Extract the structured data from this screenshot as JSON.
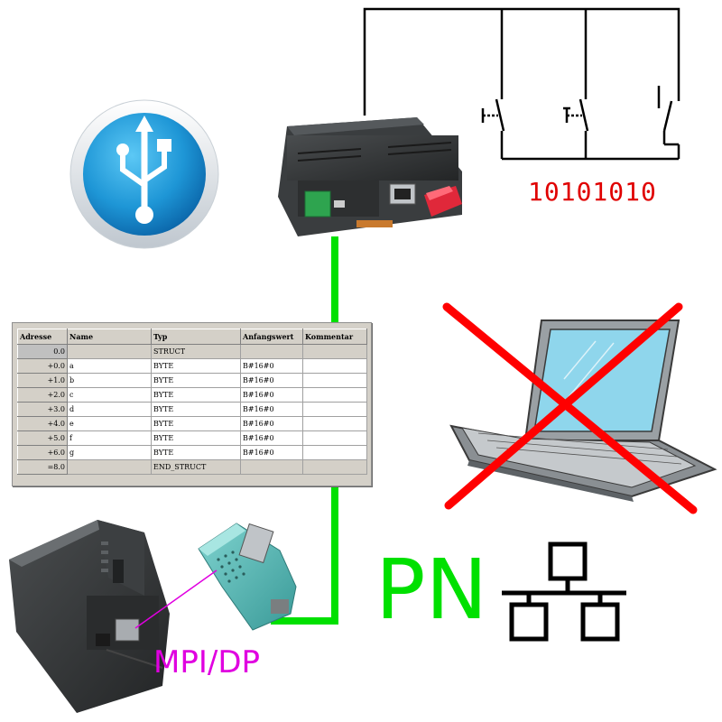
{
  "labels": {
    "bit_pattern": "10101010",
    "network": "PN",
    "bus": "MPI/DP"
  },
  "colors": {
    "link_green": "#00e000",
    "bits_red": "#e00000",
    "pn_green": "#00e000",
    "mpi_magenta": "#e000e0",
    "cross_red": "#ff0000",
    "usb_blue": "#1a8fd0"
  },
  "icons": [
    "usb-icon",
    "network-topology-icon",
    "laptop-icon",
    "cross-icon",
    "switch-contact-icon"
  ],
  "db_table": {
    "headers": [
      "Adresse",
      "Name",
      "Typ",
      "Anfangswert",
      "Kommentar"
    ],
    "rows": [
      {
        "addr": "0.0",
        "name": "",
        "type": "STRUCT",
        "init": "",
        "comment": ""
      },
      {
        "addr": "+0.0",
        "name": "a",
        "type": "BYTE",
        "init": "B#16#0",
        "comment": ""
      },
      {
        "addr": "+1.0",
        "name": "b",
        "type": "BYTE",
        "init": "B#16#0",
        "comment": ""
      },
      {
        "addr": "+2.0",
        "name": "c",
        "type": "BYTE",
        "init": "B#16#0",
        "comment": ""
      },
      {
        "addr": "+3.0",
        "name": "d",
        "type": "BYTE",
        "init": "B#16#0",
        "comment": ""
      },
      {
        "addr": "+4.0",
        "name": "e",
        "type": "BYTE",
        "init": "B#16#0",
        "comment": ""
      },
      {
        "addr": "+5.0",
        "name": "f",
        "type": "BYTE",
        "init": "B#16#0",
        "comment": ""
      },
      {
        "addr": "+6.0",
        "name": "g",
        "type": "BYTE",
        "init": "B#16#0",
        "comment": ""
      },
      {
        "addr": "=8.0",
        "name": "",
        "type": "END_STRUCT",
        "init": "",
        "comment": ""
      }
    ]
  }
}
